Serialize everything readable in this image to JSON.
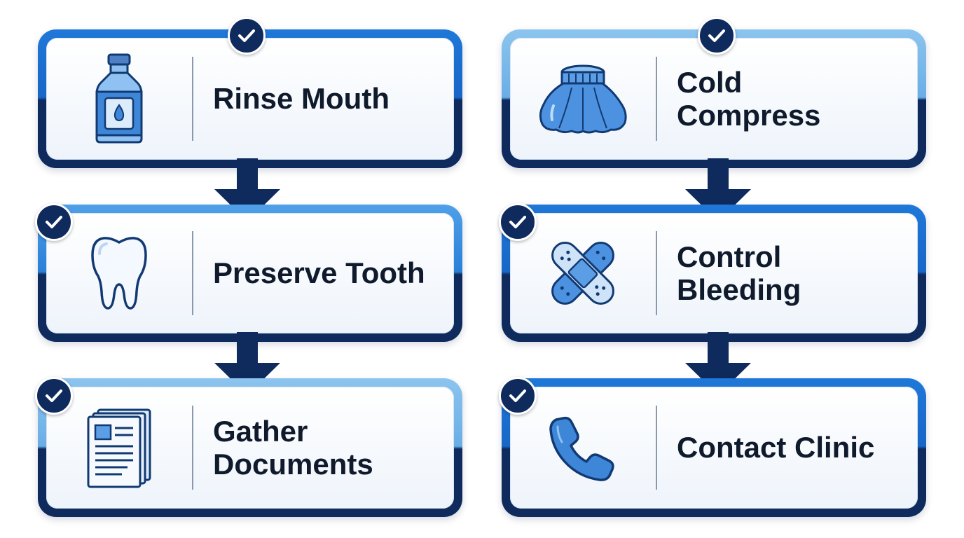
{
  "colors": {
    "frame_dark": "#0f2a5c",
    "frame_blue": "#1d6fd1",
    "frame_light": "#7fb9ea",
    "icon_fill": "#5b9ee6",
    "icon_stroke": "#123a72",
    "text": "#0f1a2c"
  },
  "left_column": {
    "steps": [
      {
        "label": "Rinse Mouth",
        "icon": "mouthwash-bottle-icon",
        "status": "check-icon"
      },
      {
        "label": "Preserve Tooth",
        "icon": "tooth-icon",
        "status": "check-icon"
      },
      {
        "label": "Gather\nDocuments",
        "icon": "documents-icon",
        "status": "check-icon"
      }
    ]
  },
  "right_column": {
    "steps": [
      {
        "label": "Cold\nCompress",
        "icon": "ice-pack-icon",
        "status": "check-icon"
      },
      {
        "label": "Control\nBleeding",
        "icon": "bandage-icon",
        "status": "check-icon"
      },
      {
        "label": "Contact Clinic",
        "icon": "phone-icon",
        "status": "check-icon"
      }
    ]
  },
  "connectors": [
    "arrow-down-icon",
    "arrow-down-icon",
    "arrow-down-icon",
    "arrow-down-icon"
  ]
}
